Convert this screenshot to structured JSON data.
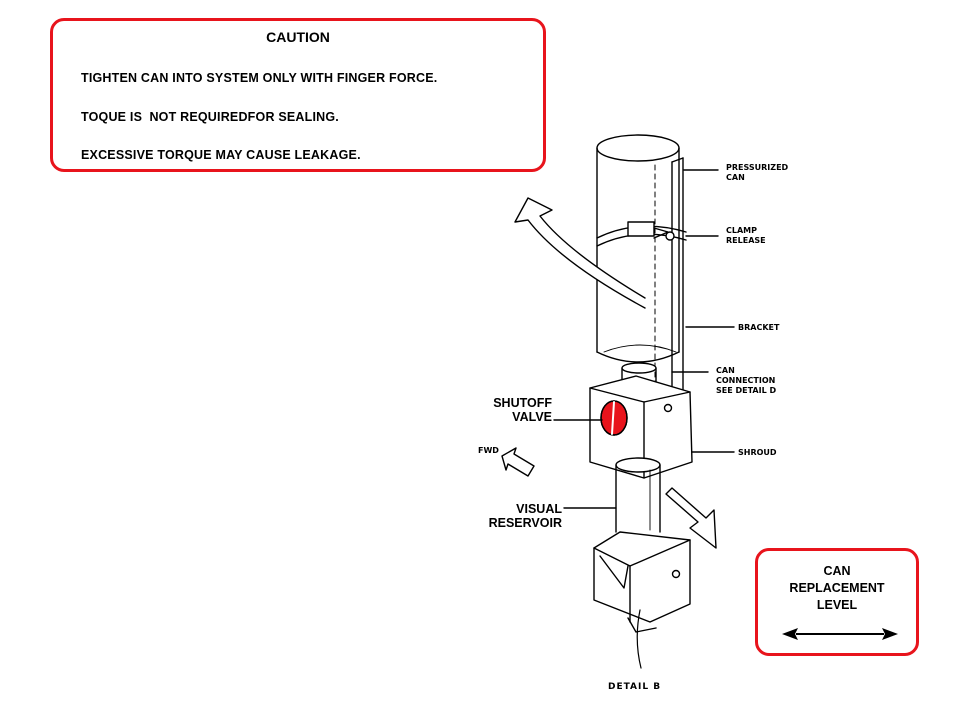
{
  "caution": {
    "title": "CAUTION",
    "lines": [
      "TIGHTEN CAN INTO SYSTEM ONLY WITH FINGER FORCE.",
      "TOQUE IS  NOT REQUIREDFOR SEALING.",
      "EXCESSIVE TORQUE MAY CAUSE LEAKAGE."
    ]
  },
  "callouts": {
    "pressurized_can": "PRESSURIZED\nCAN",
    "clamp_release": "CLAMP\nRELEASE",
    "bracket": "BRACKET",
    "can_connection": "CAN\nCONNECTION\nSEE DETAIL D",
    "shroud": "SHROUD",
    "shutoff_valve": "SHUTOFF\nVALVE",
    "fwd": "FWD",
    "visual_reservoir": "VISUAL\nRESERVOIR",
    "detail": "DETAIL B"
  },
  "replacement": {
    "title": "CAN\nREPLACEMENT\nLEVEL"
  },
  "colors": {
    "border_red": "#e8141c",
    "valve_red": "#e8141c",
    "ink": "#000000"
  }
}
